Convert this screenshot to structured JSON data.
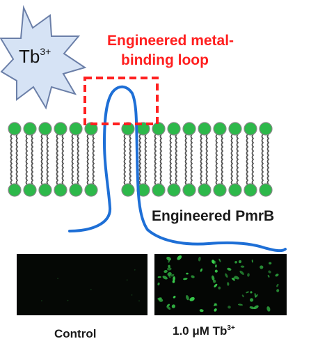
{
  "ion": {
    "base": "Tb",
    "charge": "3+"
  },
  "loop_label": {
    "line1": "Engineered metal-",
    "line2": "binding loop"
  },
  "protein_label": "Engineered PmrB",
  "panels": [
    {
      "caption": "Control"
    },
    {
      "caption_prefix": "1.0 μM Tb",
      "caption_sup": "3+"
    }
  ],
  "colors": {
    "star_fill": "#d6e3f5",
    "star_stroke": "#6b7fa8",
    "lipid_head": "#2db84a",
    "protein_line": "#1e6fd6",
    "loop_box": "#ff2020",
    "loop_text": "#ff1f1f",
    "fluorescence": "#3ad24e"
  }
}
